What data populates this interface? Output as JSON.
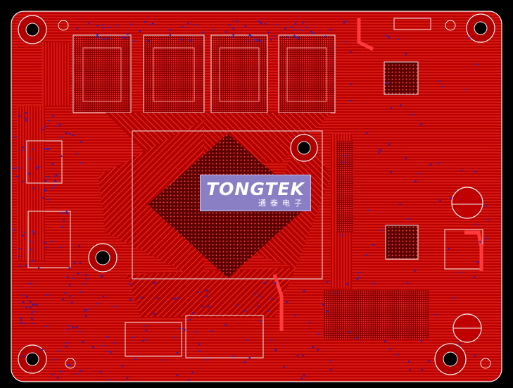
{
  "board": {
    "background": "#000000",
    "copper_color": "#c40000",
    "trace_color": "#e41a1a",
    "via_color": "#2323c8",
    "outline_color": "#f2f2f2",
    "hole_color": "#000000"
  },
  "logo": {
    "brand": "TONGTEK",
    "subtitle": "通泰电子",
    "background": "#8a7fc4"
  },
  "features": {
    "mounting_holes": 6,
    "memory_chips": 4
  }
}
